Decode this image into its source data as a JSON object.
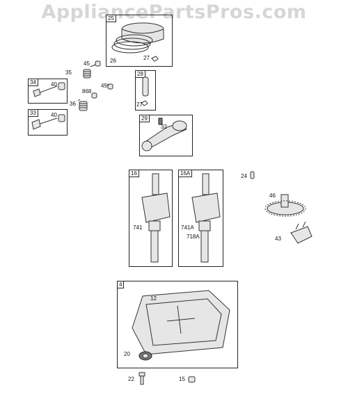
{
  "watermark": "AppliancePartsPros.com",
  "boxes": {
    "piston": "25",
    "pin": "28",
    "rod": "29",
    "intake_valve": "34",
    "exhaust_valve": "33",
    "crank_a": "16",
    "crank_b": "16A",
    "sump": "4"
  },
  "labels": {
    "p27a": "27",
    "p26": "26",
    "p45a": "45",
    "p35": "35",
    "p40a": "40",
    "p868": "868",
    "p45b": "45",
    "p36": "36",
    "p40b": "40",
    "p27b": "27",
    "p32": "32",
    "p24": "24",
    "p46": "46",
    "p43": "43",
    "p741": "741",
    "p741a": "741A",
    "p718a": "718A",
    "p12": "12",
    "p20": "20",
    "p22": "22",
    "p15": "15"
  }
}
